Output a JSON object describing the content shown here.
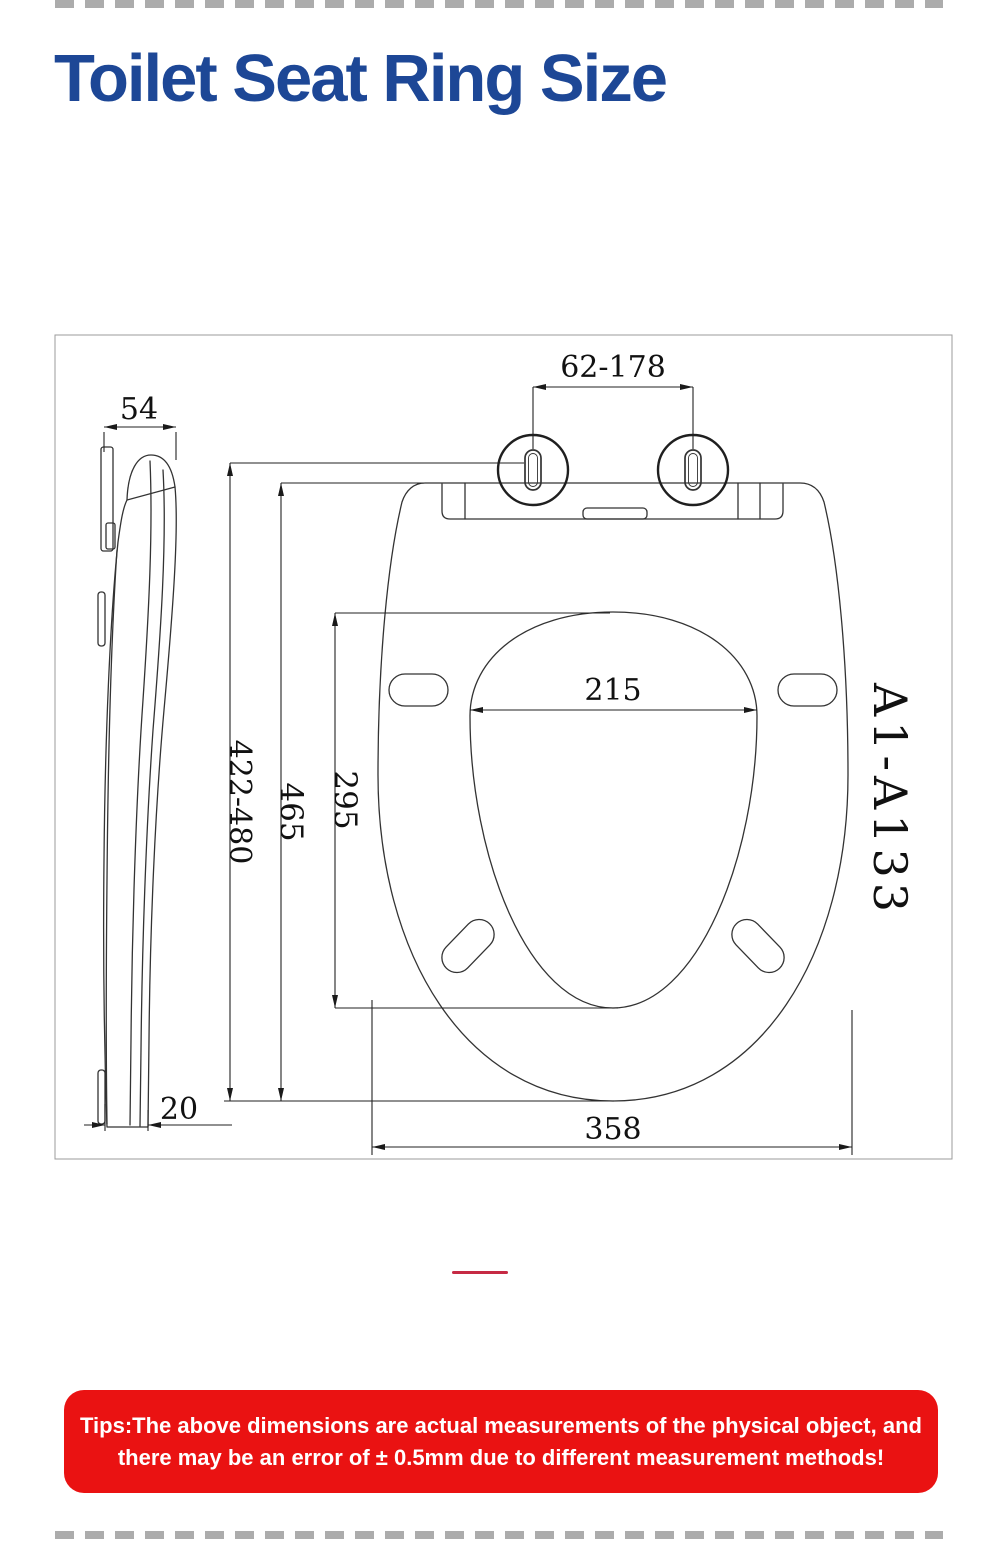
{
  "page": {
    "title": "Toilet Seat Ring Size"
  },
  "drawing": {
    "model_label": "A1-A133",
    "dimensions": {
      "hinge_hole_spacing": "62-178",
      "side_view_width": "54",
      "side_view_bottom_thickness": "20",
      "overall_length_range": "422-480",
      "seat_length": "465",
      "opening_length": "295",
      "opening_width": "215",
      "seat_width": "358"
    }
  },
  "tips": {
    "line1": "Tips:The above dimensions are actual measurements of the physical object, and",
    "line2": "there may be an error of ± 0.5mm due to different measurement methods!"
  },
  "colors": {
    "title_blue": "#1d4796",
    "tips_red": "#ea1212",
    "divider_red": "#c62a44",
    "line_color": "#333333",
    "frame_gray": "#9b9b9b",
    "dash_gray": "#acacac"
  }
}
